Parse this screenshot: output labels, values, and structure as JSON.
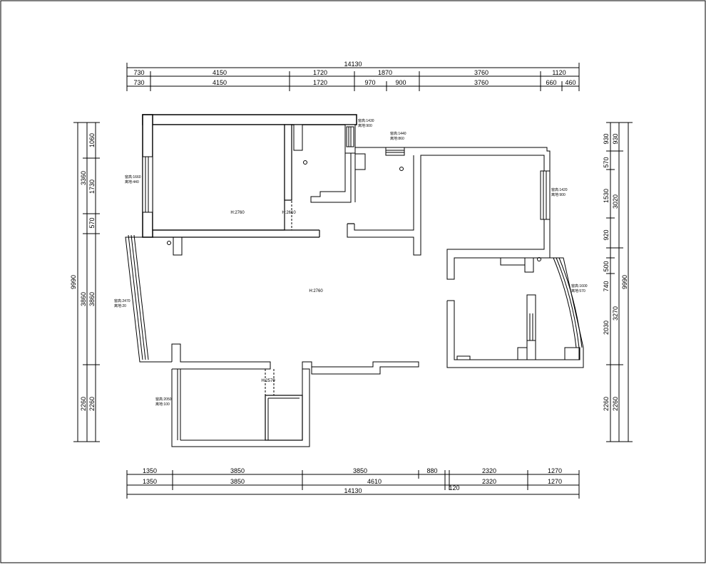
{
  "drawing": {
    "top_total": "14130",
    "top_row1": [
      "730",
      "4150",
      "1720",
      "1870",
      "3760",
      "1120"
    ],
    "top_row2": [
      "730",
      "4150",
      "1720",
      "970",
      "900",
      "3760",
      "660",
      "460"
    ],
    "bottom_row1": [
      "1350",
      "3850",
      "3850",
      "880",
      "2320",
      "1270"
    ],
    "bottom_row2": [
      "1350",
      "3850",
      "4610",
      "120",
      "2320",
      "1270"
    ],
    "bottom_total": "14130",
    "left_total": "9990",
    "left_outer": [
      "3360",
      "3860",
      "2260"
    ],
    "left_inner": [
      "1060",
      "1730",
      "570",
      "3860",
      "2260"
    ],
    "right_total": "9990",
    "right_outer": [
      "930",
      "3020",
      "3270",
      "2260"
    ],
    "right_inner": [
      "930",
      "570",
      "1530",
      "920",
      "500",
      "740",
      "2030",
      "2260"
    ],
    "room_heights": [
      "H:2760",
      "H:2610",
      "H:2760",
      "H:2570"
    ],
    "window_notes": [
      [
        "窗高:1430",
        "离地:900"
      ],
      [
        "窗高:1440",
        "离地:860"
      ],
      [
        "窗高:1660",
        "离地:440"
      ],
      [
        "窗高:1420",
        "离地:900"
      ],
      [
        "窗高:2470",
        "离地:20"
      ],
      [
        "窗高:1600",
        "离地:570"
      ],
      [
        "窗高:2050",
        "离地:100"
      ]
    ]
  }
}
